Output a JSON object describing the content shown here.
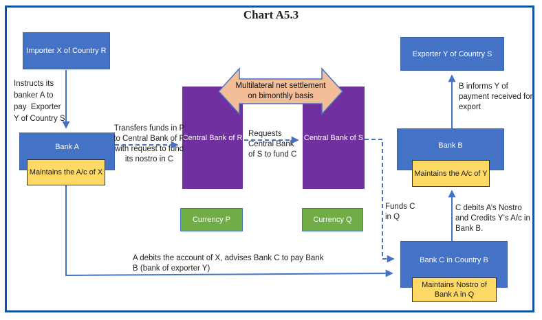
{
  "title": "Chart A5.3",
  "colors": {
    "frame_border": "#1254a4",
    "node_blue": "#4472c4",
    "node_purple": "#7030a0",
    "node_green": "#70ad47",
    "node_yellow": "#ffd966",
    "settlement_arrow_fill": "#f3bd98",
    "connector_blue": "#4472c4"
  },
  "nodes": {
    "importer": {
      "label": "Importer X of Country R"
    },
    "bank_a": {
      "label": "Bank A"
    },
    "maintains_x": {
      "label": "Maintains the A/c of X"
    },
    "central_bank_r": {
      "label": "Central Bank of R"
    },
    "central_bank_s": {
      "label": "Central Bank of S"
    },
    "currency_p": {
      "label": "Currency P"
    },
    "currency_q": {
      "label": "Currency Q"
    },
    "exporter": {
      "label": "Exporter Y of Country S"
    },
    "bank_b": {
      "label": "Bank B"
    },
    "maintains_y": {
      "label": "Maintains the A/c of Y"
    },
    "bank_c": {
      "label": "Bank C in Country B"
    },
    "maintains_nostro": {
      "label": "Maintains Nostro of Bank A in Q"
    }
  },
  "settlement_arrow": {
    "label": "Multilateral net settlement\non bimonthly basis"
  },
  "annotations": {
    "instructs": "Instructs its\nbanker A to\npay  Exporter\nY of Country S",
    "transfers": "Transfers funds in P\nto Central Bank of R\nwith request to fund\nits nostro in C",
    "requests": "Requests\nCentral Bank\nof S to fund C",
    "b_informs": "B informs Y of\npayment received for\nexport",
    "funds_c": "Funds C\nin Q",
    "c_debits": "C debits A’s Nostro\nand Credits Y’s A/c in\nBank B.",
    "a_debits": "A debits the account of X, advises Bank C to pay Bank\nB (bank of exporter Y)"
  }
}
